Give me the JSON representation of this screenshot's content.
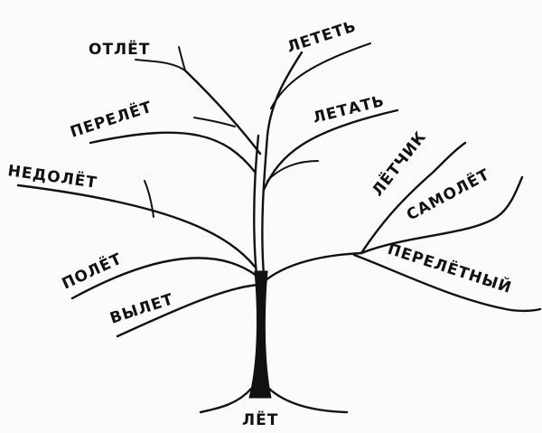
{
  "root": "ЛЁТ",
  "branches": {
    "otlyot": "ОТЛЁТ",
    "perelyot": "ПЕРЕЛЁТ",
    "nedolyot": "НЕДОЛЁТ",
    "polyot": "ПОЛЁТ",
    "vylet": "ВЫЛЕТ",
    "letet": "ЛЕТЕТЬ",
    "letat": "ЛЕТАТЬ",
    "lyotchik": "ЛЁТЧИК",
    "samolyot": "САМОЛЁТ",
    "perelyotny": "ПЕРЕЛЁТНЫЙ"
  },
  "line_color": "#111111"
}
